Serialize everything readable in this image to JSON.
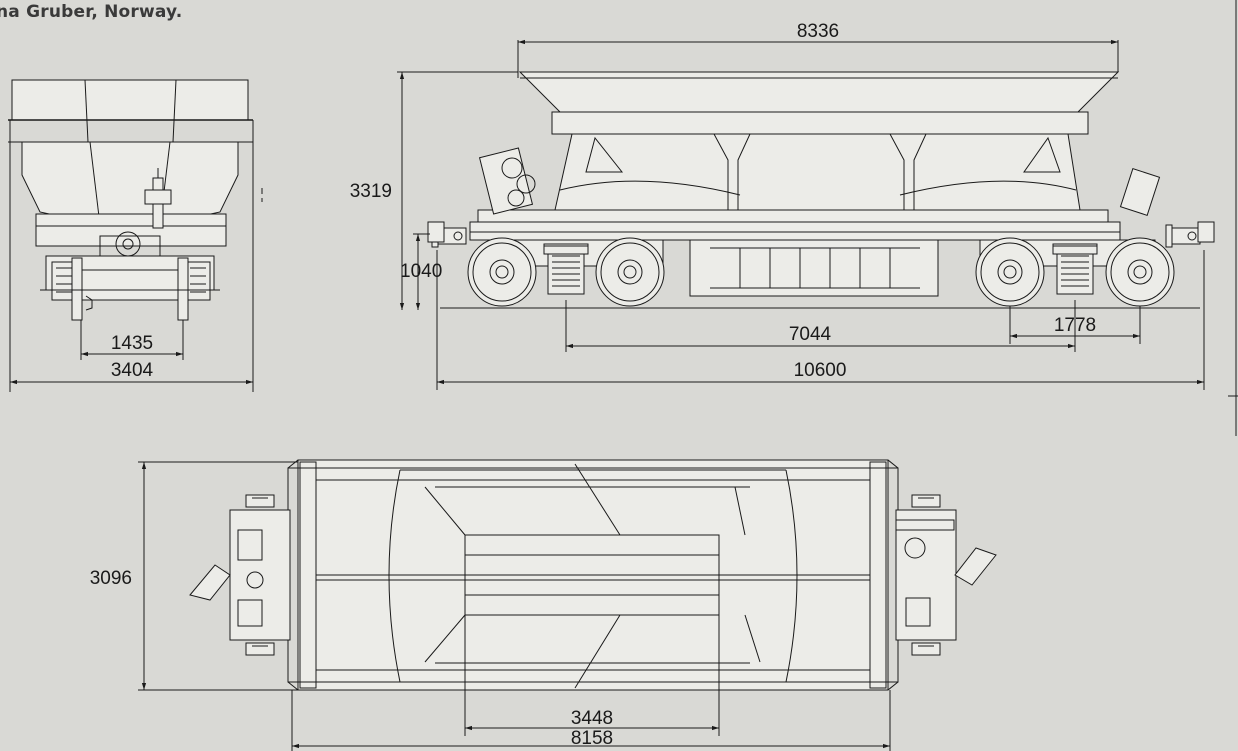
{
  "caption": "na Gruber, Norway.",
  "dimensions": {
    "side_length_top": "8336",
    "side_height_total": "3319",
    "side_height_frame": "1040",
    "side_bogie_centers": "7044",
    "side_axle_spacing": "1778",
    "side_length_total": "10600",
    "end_track_gauge": "1435",
    "end_width_total": "3404",
    "top_width": "3096",
    "top_inner_length": "3448",
    "top_body_length": "8158"
  }
}
